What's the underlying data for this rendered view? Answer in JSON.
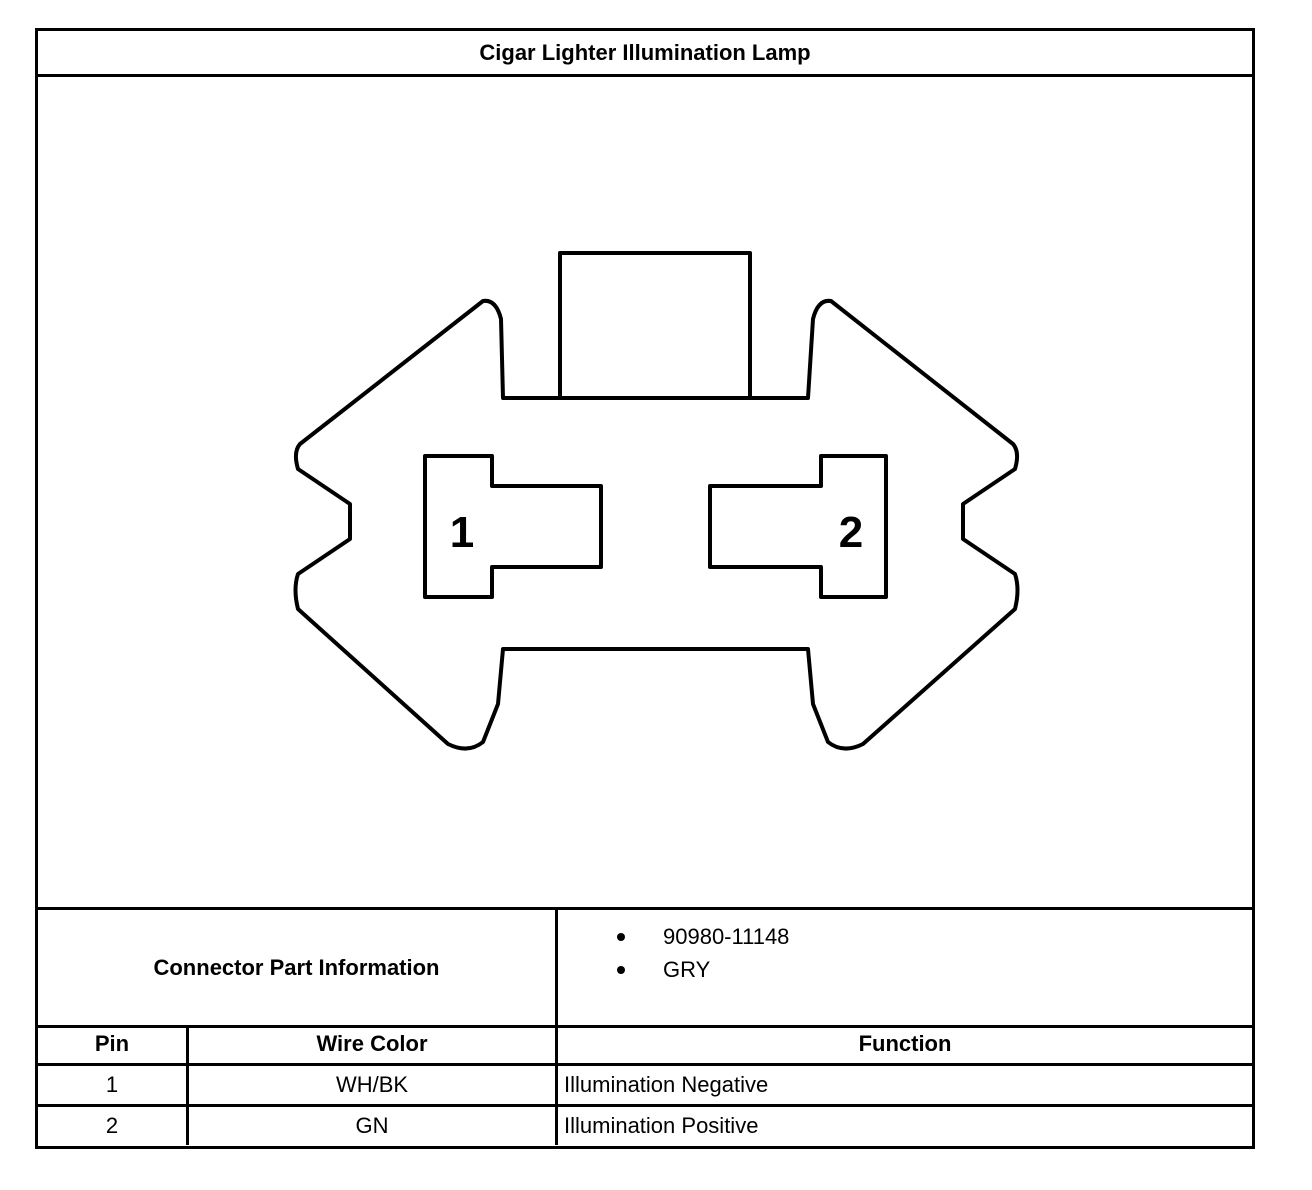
{
  "title": "Cigar Lighter Illumination Lamp",
  "diagram": {
    "pin_labels": [
      "1",
      "2"
    ]
  },
  "connector_info": {
    "label": "Connector Part Information",
    "items": [
      "90980-11148",
      "GRY"
    ]
  },
  "table": {
    "headers": {
      "pin": "Pin",
      "wire_color": "Wire Color",
      "function": "Function"
    },
    "rows": [
      {
        "pin": "1",
        "wire_color": "WH/BK",
        "function": "Illumination Negative"
      },
      {
        "pin": "2",
        "wire_color": "GN",
        "function": "Illumination Positive"
      }
    ]
  }
}
